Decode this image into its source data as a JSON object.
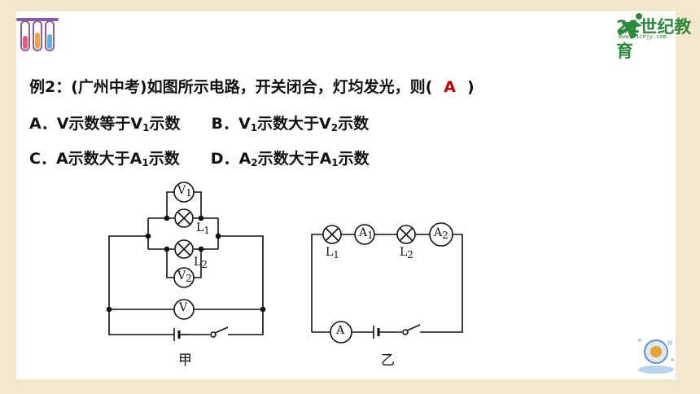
{
  "question": {
    "line1_prefix": "例2：(广州中考)如图所示电路，开关闭合，灯均发光，则(",
    "answer": "A",
    "line1_suffix": ")",
    "optA": "A．V示数等于V",
    "optA_sub": "1",
    "optA_tail": "示数",
    "optB": "B．V",
    "optB_sub1": "1",
    "optB_mid": "示数大于V",
    "optB_sub2": "2",
    "optB_tail": "示数",
    "optC": "C．A示数大于A",
    "optC_sub": "1",
    "optC_tail": "示数",
    "optD": "D．A",
    "optD_sub1": "2",
    "optD_mid": "示数大于A",
    "optD_sub2": "1",
    "optD_tail": "示数"
  },
  "logo": {
    "text": "21世纪教育",
    "sub": "www.21cnjy.com"
  },
  "circuit_jia": {
    "caption": "甲",
    "v1": "V",
    "v1_sub": "1",
    "v2": "V",
    "v2_sub": "2",
    "v": "V",
    "l1": "L",
    "l1_sub": "1",
    "l2": "L",
    "l2_sub": "2"
  },
  "circuit_yi": {
    "caption": "乙",
    "a1": "A",
    "a1_sub": "1",
    "a2": "A",
    "a2_sub": "2",
    "a": "A",
    "l1": "L",
    "l1_sub": "1",
    "l2": "L",
    "l2_sub": "2"
  },
  "colors": {
    "answer": "#c00000",
    "background": "#f3e7cc",
    "logo": "#2c8a3a"
  }
}
